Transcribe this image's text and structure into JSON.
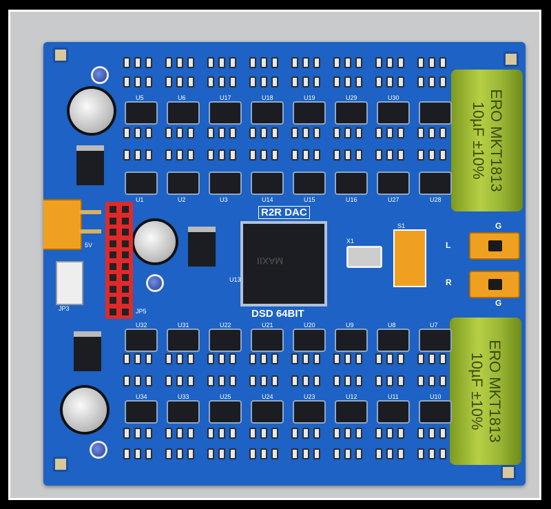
{
  "board": {
    "title": "R2R DAC",
    "subtitle": "DSD 64BIT",
    "main_chip_label": "U13",
    "main_chip_marking": "MAXII",
    "crystal_label": "X1",
    "switch_label": "S1",
    "header_label": "JP5",
    "connector_label": "JP3",
    "power_label": "5V",
    "left_channel": "L",
    "right_channel": "R",
    "ground": "G",
    "film_capacitor": {
      "brand": "ERO",
      "model": "MKT1813",
      "value": "10µF",
      "tolerance": "±10%"
    },
    "ic_labels_top": [
      "U5",
      "U6",
      "U17",
      "U18",
      "U19",
      "U29",
      "U30",
      ""
    ],
    "ic_labels_mid": [
      "U1",
      "U2",
      "U3",
      "U14",
      "U15",
      "U16",
      "U27",
      "U28"
    ],
    "ic_labels_bottom": [
      "U32",
      "U31",
      "U22",
      "U21",
      "U20",
      "U9",
      "U8",
      "U7"
    ],
    "ic_labels_lowest": [
      "U34",
      "U33",
      "U25",
      "U24",
      "U23",
      "U12",
      "U11",
      "U10"
    ]
  },
  "colors": {
    "board": "#1d62c4",
    "film_cap": "#a8c23c",
    "header": "#e02a2a",
    "terminal": "#f0a020"
  }
}
